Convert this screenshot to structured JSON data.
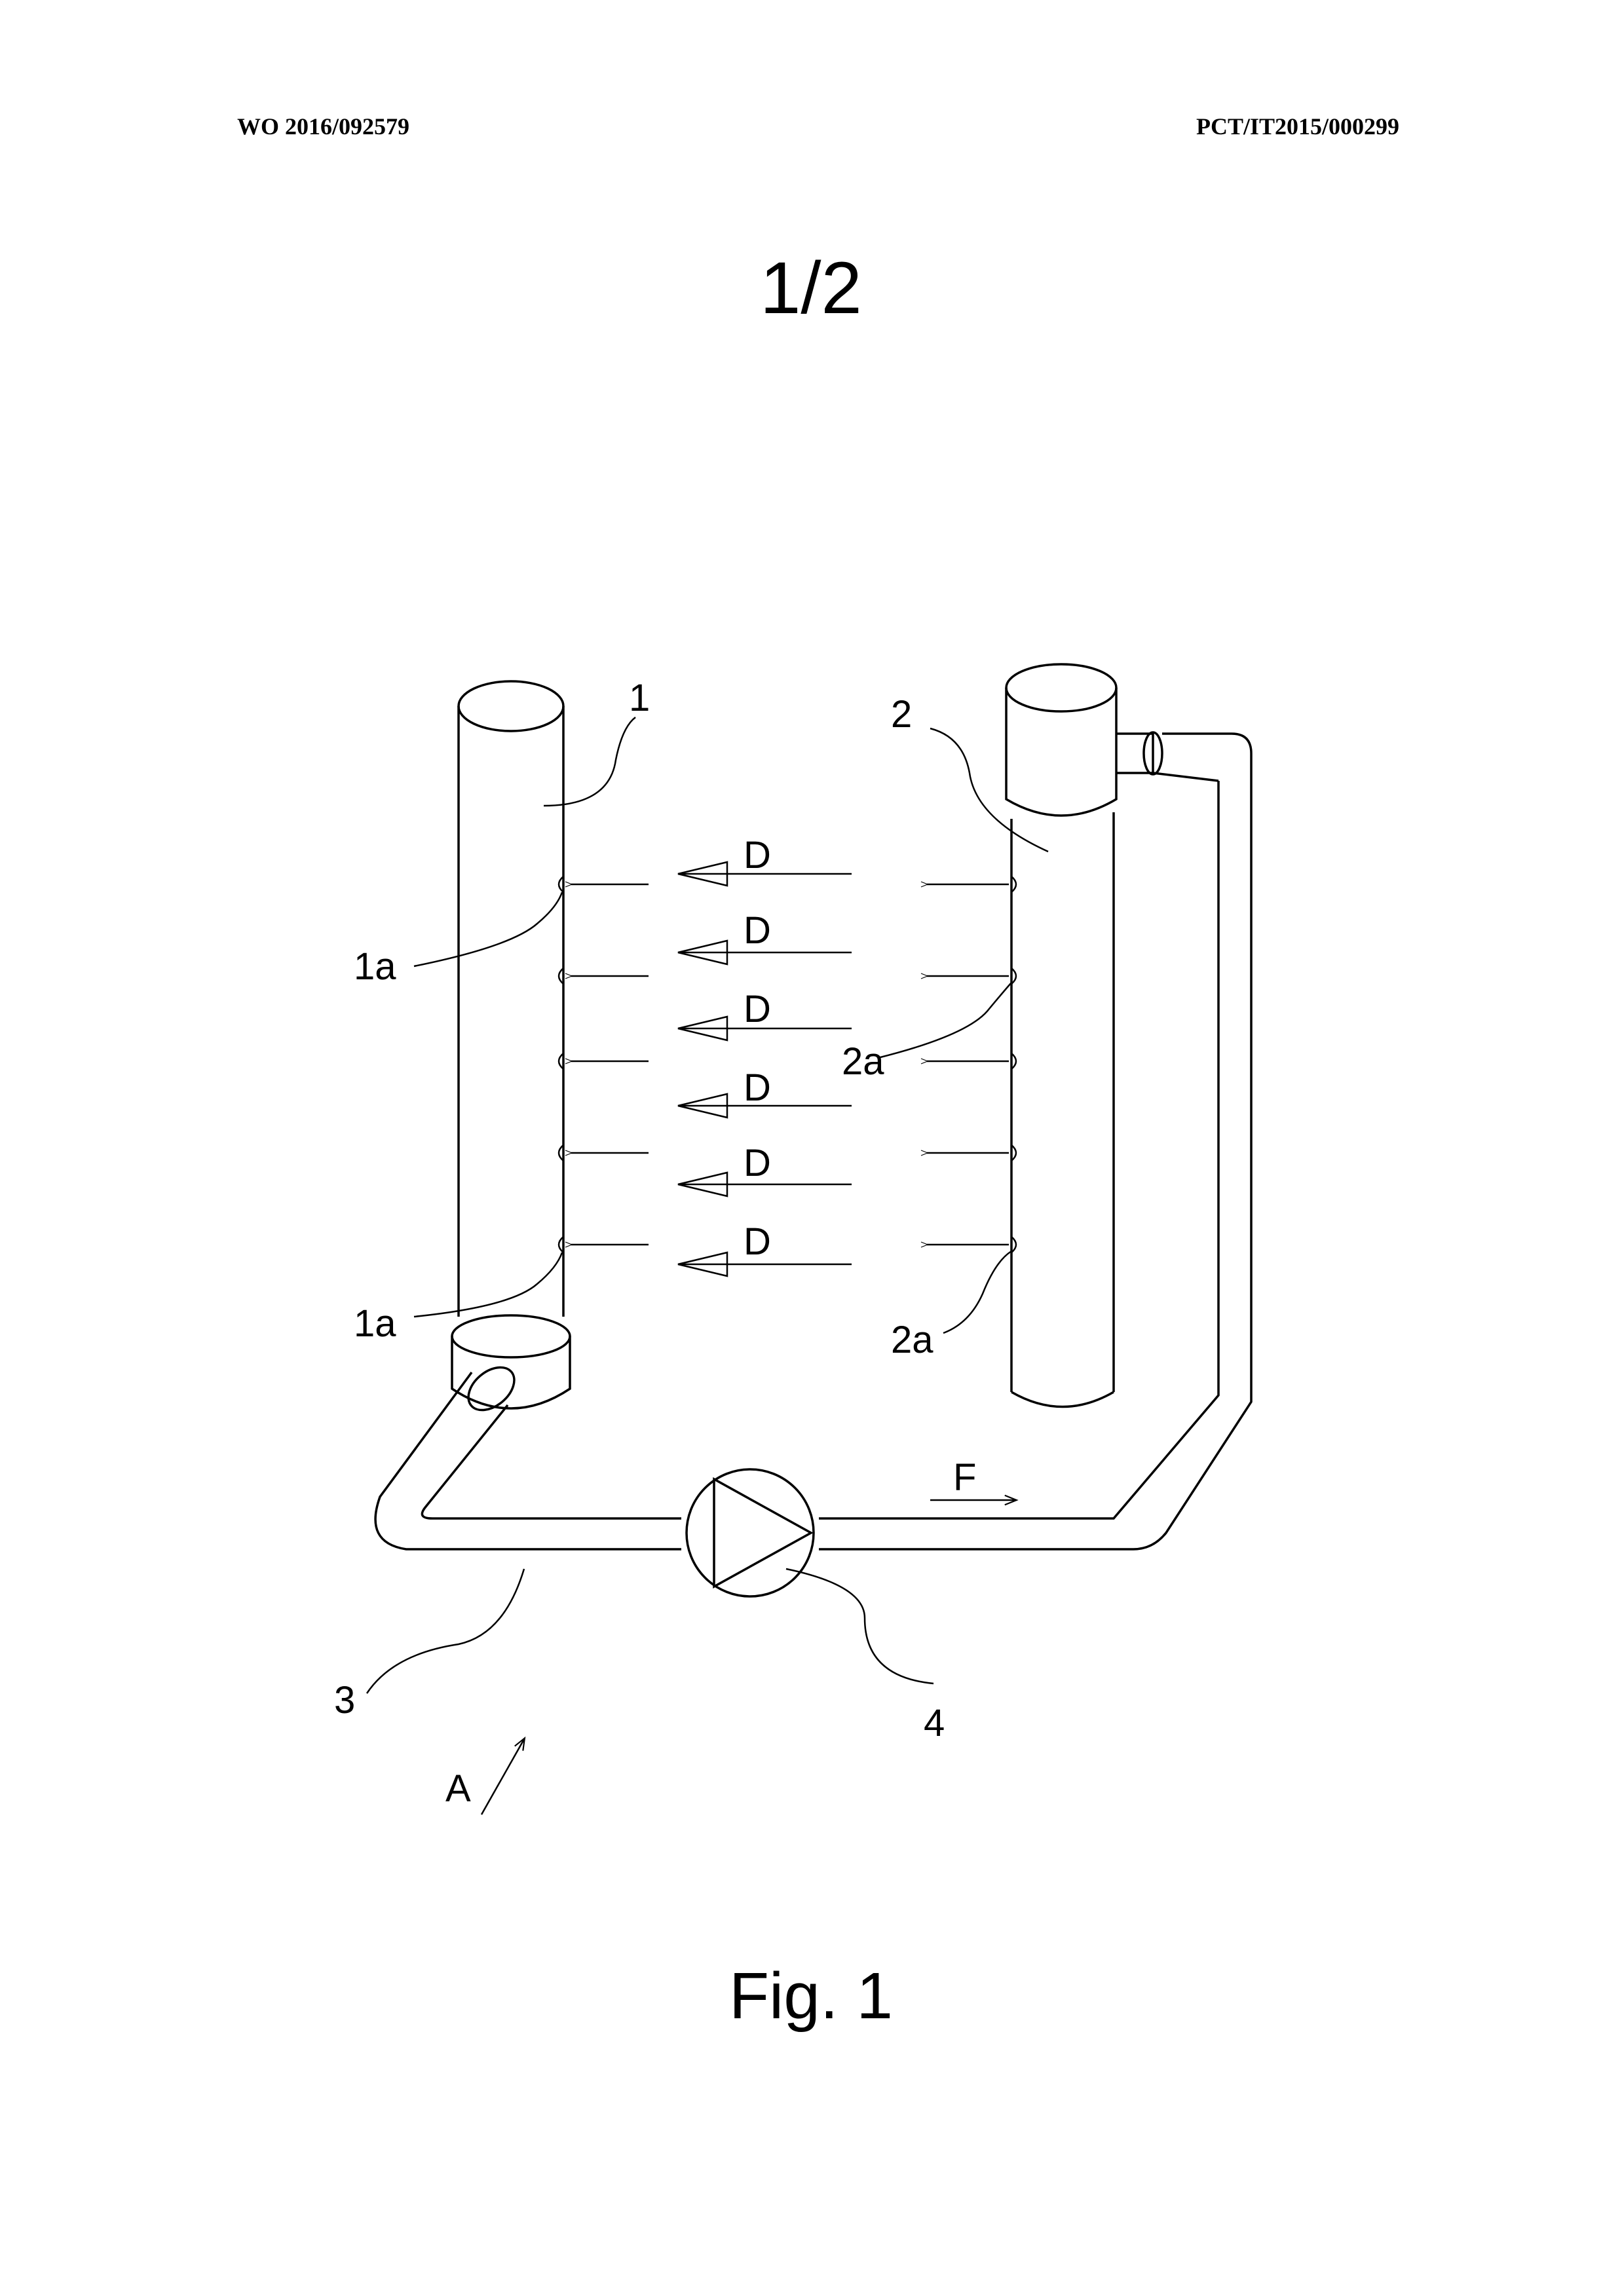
{
  "header": {
    "publication_number": "WO 2016/092579",
    "application_number": "PCT/IT2015/000299"
  },
  "sheet_number": "1/2",
  "figure_caption": "Fig. 1",
  "labels": {
    "column_1": "1",
    "column_2": "2",
    "column_1_hole_top": "1a",
    "column_1_hole_bottom": "1a",
    "column_2_hole_top": "2a",
    "column_2_hole_bottom": "2a",
    "pipe": "3",
    "pump": "4",
    "flow": "F",
    "view": "A",
    "diffusion": [
      "D",
      "D",
      "D",
      "D",
      "D",
      "D"
    ]
  }
}
